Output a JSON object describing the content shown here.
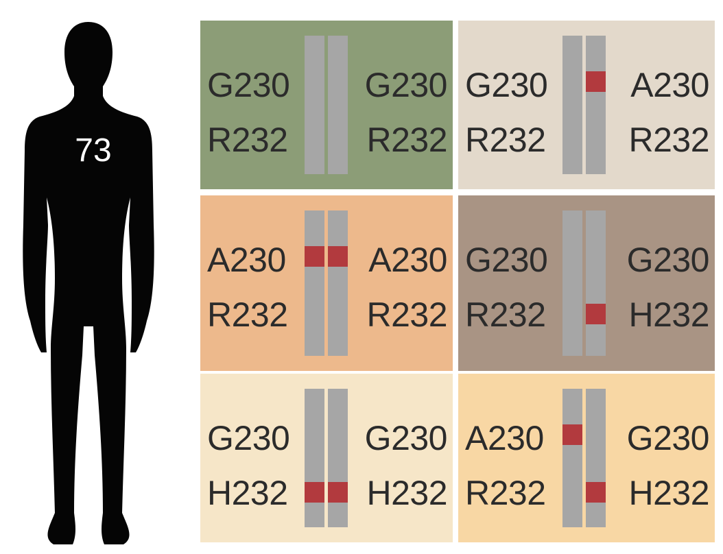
{
  "person": {
    "age": "73",
    "icon": "human-silhouette-icon"
  },
  "colors": {
    "chromosome": "#a6a6a6",
    "mutation": "#b23a3e",
    "text": "#2b2b2b"
  },
  "genotypes": [
    {
      "bg": "#8c9d77",
      "left": {
        "pos230": "G230",
        "pos232": "R232"
      },
      "right": {
        "pos230": "G230",
        "pos232": "R232"
      },
      "marks": {
        "left230": false,
        "left232": false,
        "right230": false,
        "right232": false
      }
    },
    {
      "bg": "#e3d9cb",
      "left": {
        "pos230": "G230",
        "pos232": "R232"
      },
      "right": {
        "pos230": "A230",
        "pos232": "R232"
      },
      "marks": {
        "left230": false,
        "left232": false,
        "right230": true,
        "right232": false
      }
    },
    {
      "bg": "#edb98c",
      "left": {
        "pos230": "A230",
        "pos232": "R232"
      },
      "right": {
        "pos230": "A230",
        "pos232": "R232"
      },
      "marks": {
        "left230": true,
        "left232": false,
        "right230": true,
        "right232": false
      }
    },
    {
      "bg": "#a99484",
      "left": {
        "pos230": "G230",
        "pos232": "R232"
      },
      "right": {
        "pos230": "G230",
        "pos232": "H232"
      },
      "marks": {
        "left230": false,
        "left232": false,
        "right230": false,
        "right232": true
      }
    },
    {
      "bg": "#f6e6c8",
      "left": {
        "pos230": "G230",
        "pos232": "H232"
      },
      "right": {
        "pos230": "G230",
        "pos232": "H232"
      },
      "marks": {
        "left230": false,
        "left232": true,
        "right230": false,
        "right232": true
      }
    },
    {
      "bg": "#f8d7a4",
      "left": {
        "pos230": "A230",
        "pos232": "R232"
      },
      "right": {
        "pos230": "G230",
        "pos232": "H232"
      },
      "marks": {
        "left230": true,
        "left232": false,
        "right230": false,
        "right232": true
      }
    }
  ]
}
